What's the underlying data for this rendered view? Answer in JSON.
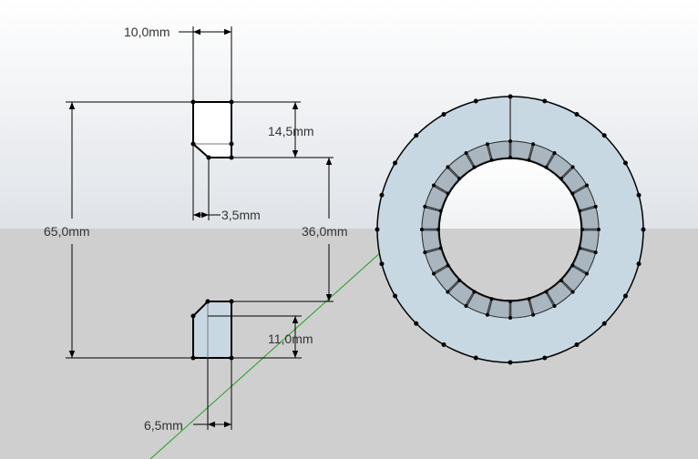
{
  "colors": {
    "sky_top": "#ffffff",
    "sky_bottom": "#dfe3e8",
    "ground": "#cfcfcf",
    "face": "#c8d8e2",
    "edge": "#000000",
    "green_axis": "#1f9f1f",
    "segment_fill": "#a9b6c0"
  },
  "dimensions": {
    "top_width": "10,0mm",
    "top_height": "14,5mm",
    "top_chamfer": "3,5mm",
    "overall": "65,0mm",
    "middle": "36,0mm",
    "bottom_height": "11,0mm",
    "bottom_width": "6,5mm"
  }
}
